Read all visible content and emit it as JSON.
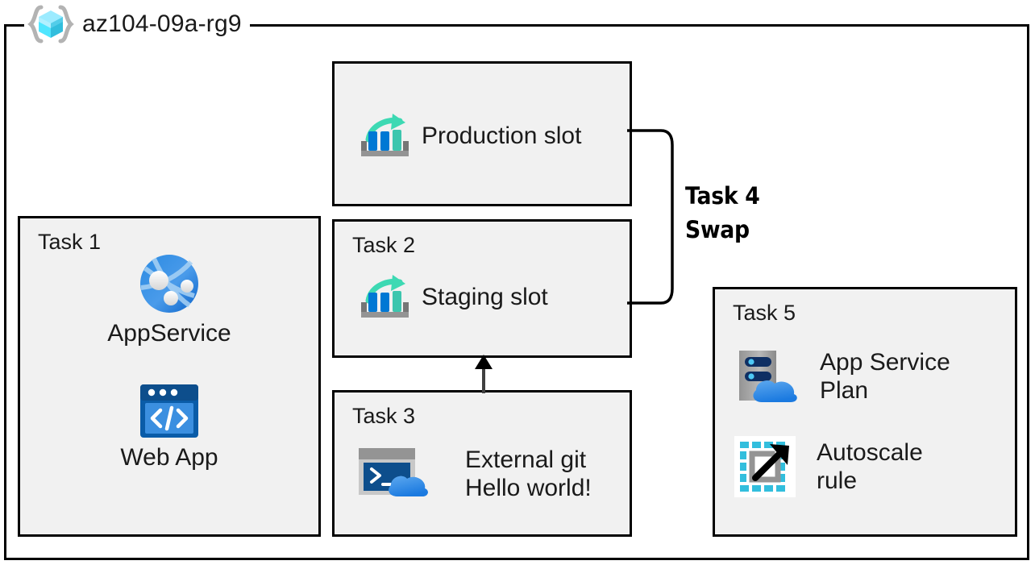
{
  "diagram": {
    "resource_group": {
      "name": "az104-09a-rg9",
      "icon": "resource-group-icon"
    },
    "colors": {
      "box_fill": "#f1f1f1",
      "box_border": "#000000",
      "azure_blue": "#0078d4",
      "azure_blue_dark": "#005a9e",
      "slot_teal": "#3dd9b3",
      "cube_cyan": "#50e6ff",
      "bracket_gray": "#b3b3b3",
      "text": "#1a1a1a"
    },
    "boxes": {
      "production": {
        "label": "",
        "item": {
          "icon": "deployment-slot-icon",
          "text": "Production slot"
        }
      },
      "task1": {
        "label": "Task 1",
        "items": [
          {
            "icon": "app-service-icon",
            "caption": "AppService"
          },
          {
            "icon": "web-app-icon",
            "caption": "Web App"
          }
        ]
      },
      "task2": {
        "label": "Task 2",
        "item": {
          "icon": "deployment-slot-icon",
          "text": "Staging slot"
        }
      },
      "task3": {
        "label": "Task 3",
        "item": {
          "icon": "cloud-shell-icon",
          "text": "External git\nHello world!"
        }
      },
      "task5": {
        "label": "Task 5",
        "items": [
          {
            "icon": "app-service-plan-icon",
            "text": "App Service\nPlan"
          },
          {
            "icon": "autoscale-icon",
            "text": "Autoscale\nrule"
          }
        ]
      }
    },
    "connectors": [
      {
        "name": "swap-connector",
        "label": "Task 4\nSwap",
        "from": "production",
        "to": "task2"
      },
      {
        "name": "deploy-arrow",
        "label": "",
        "from": "task3",
        "to": "task2"
      }
    ]
  }
}
